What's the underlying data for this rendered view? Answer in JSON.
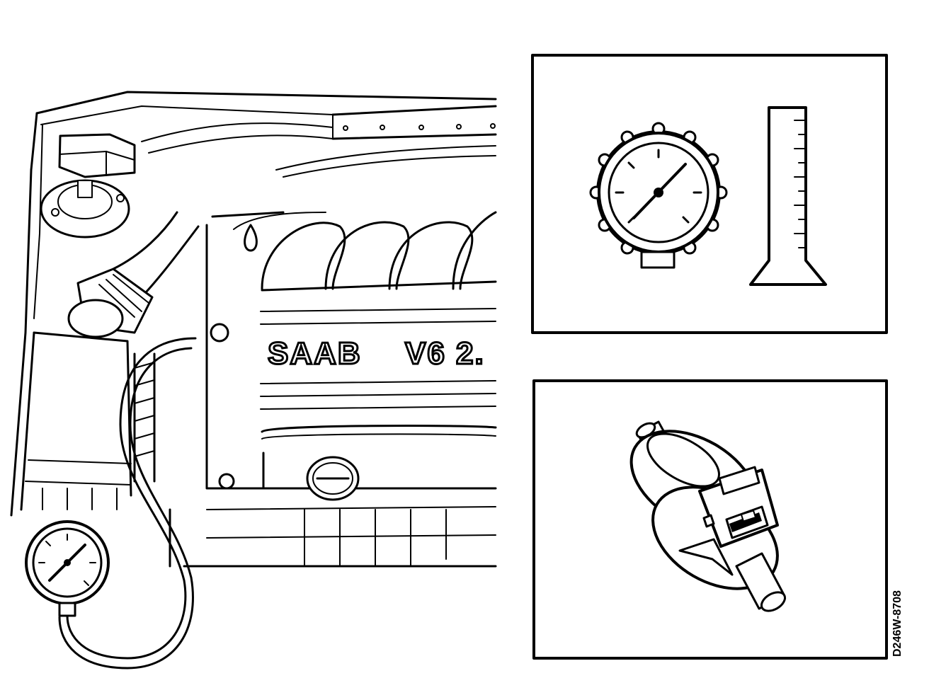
{
  "engine_marking": {
    "brand": "SAAB",
    "model": "V6 2."
  },
  "figure_reference": "D246W-8708",
  "insets": [
    {
      "name": "pressure-gauge-and-measuring-cylinder"
    },
    {
      "name": "valve-with-connector"
    }
  ]
}
